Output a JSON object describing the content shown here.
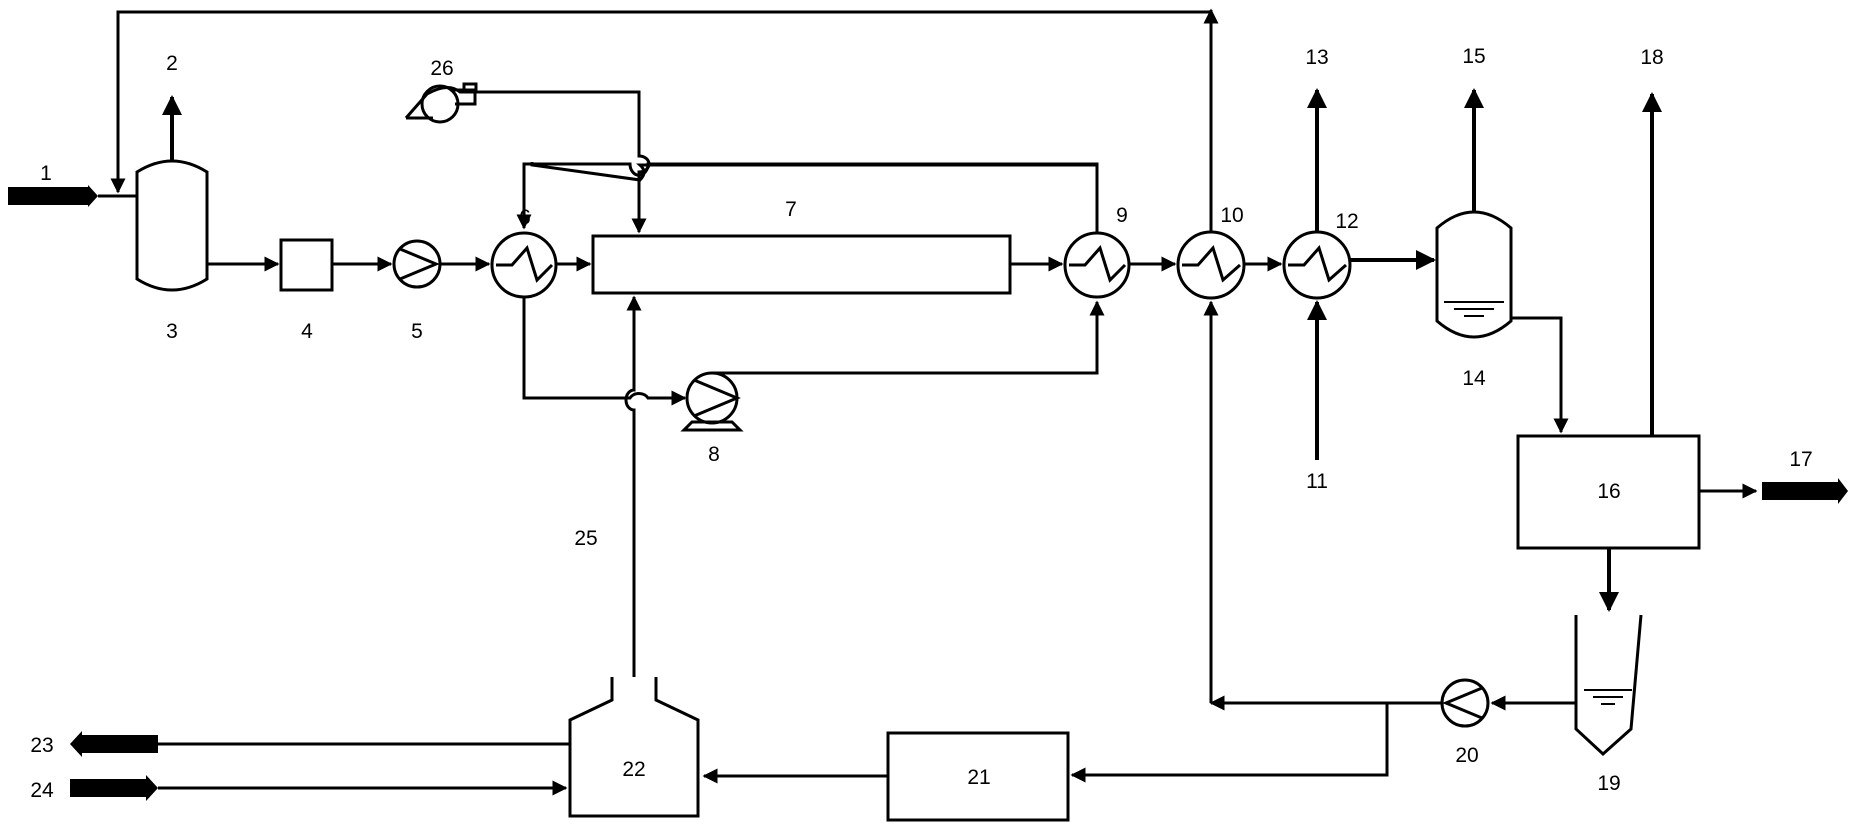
{
  "labels": {
    "n1": "1",
    "n2": "2",
    "n3": "3",
    "n4": "4",
    "n5": "5",
    "n6": "6",
    "n7": "7",
    "n8": "8",
    "n9": "9",
    "n10": "10",
    "n11": "11",
    "n12": "12",
    "n13": "13",
    "n14": "14",
    "n15": "15",
    "n16": "16",
    "n17": "17",
    "n18": "18",
    "n19": "19",
    "n20": "20",
    "n21": "21",
    "n22": "22",
    "n23": "23",
    "n24": "24",
    "n25": "25",
    "n26": "26"
  },
  "colors": {
    "line": "#000000",
    "background": "#ffffff"
  }
}
